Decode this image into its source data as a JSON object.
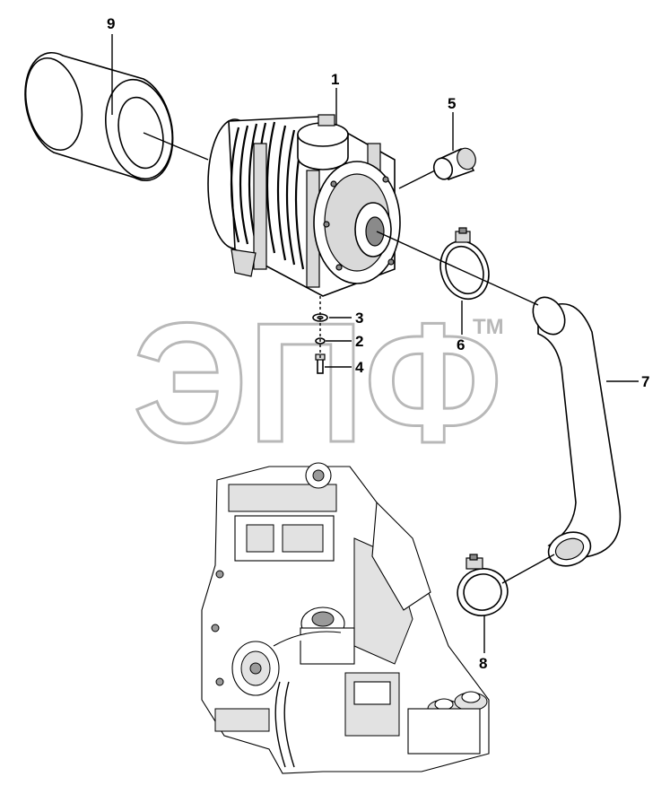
{
  "callouts": [
    {
      "id": "1",
      "label": "1"
    },
    {
      "id": "2",
      "label": "2"
    },
    {
      "id": "3",
      "label": "3"
    },
    {
      "id": "4",
      "label": "4"
    },
    {
      "id": "5",
      "label": "5"
    },
    {
      "id": "6",
      "label": "6"
    },
    {
      "id": "7",
      "label": "7"
    },
    {
      "id": "8",
      "label": "8"
    },
    {
      "id": "9",
      "label": "9"
    }
  ],
  "watermark": {
    "text": "ЭПФ",
    "tm": "TM"
  }
}
